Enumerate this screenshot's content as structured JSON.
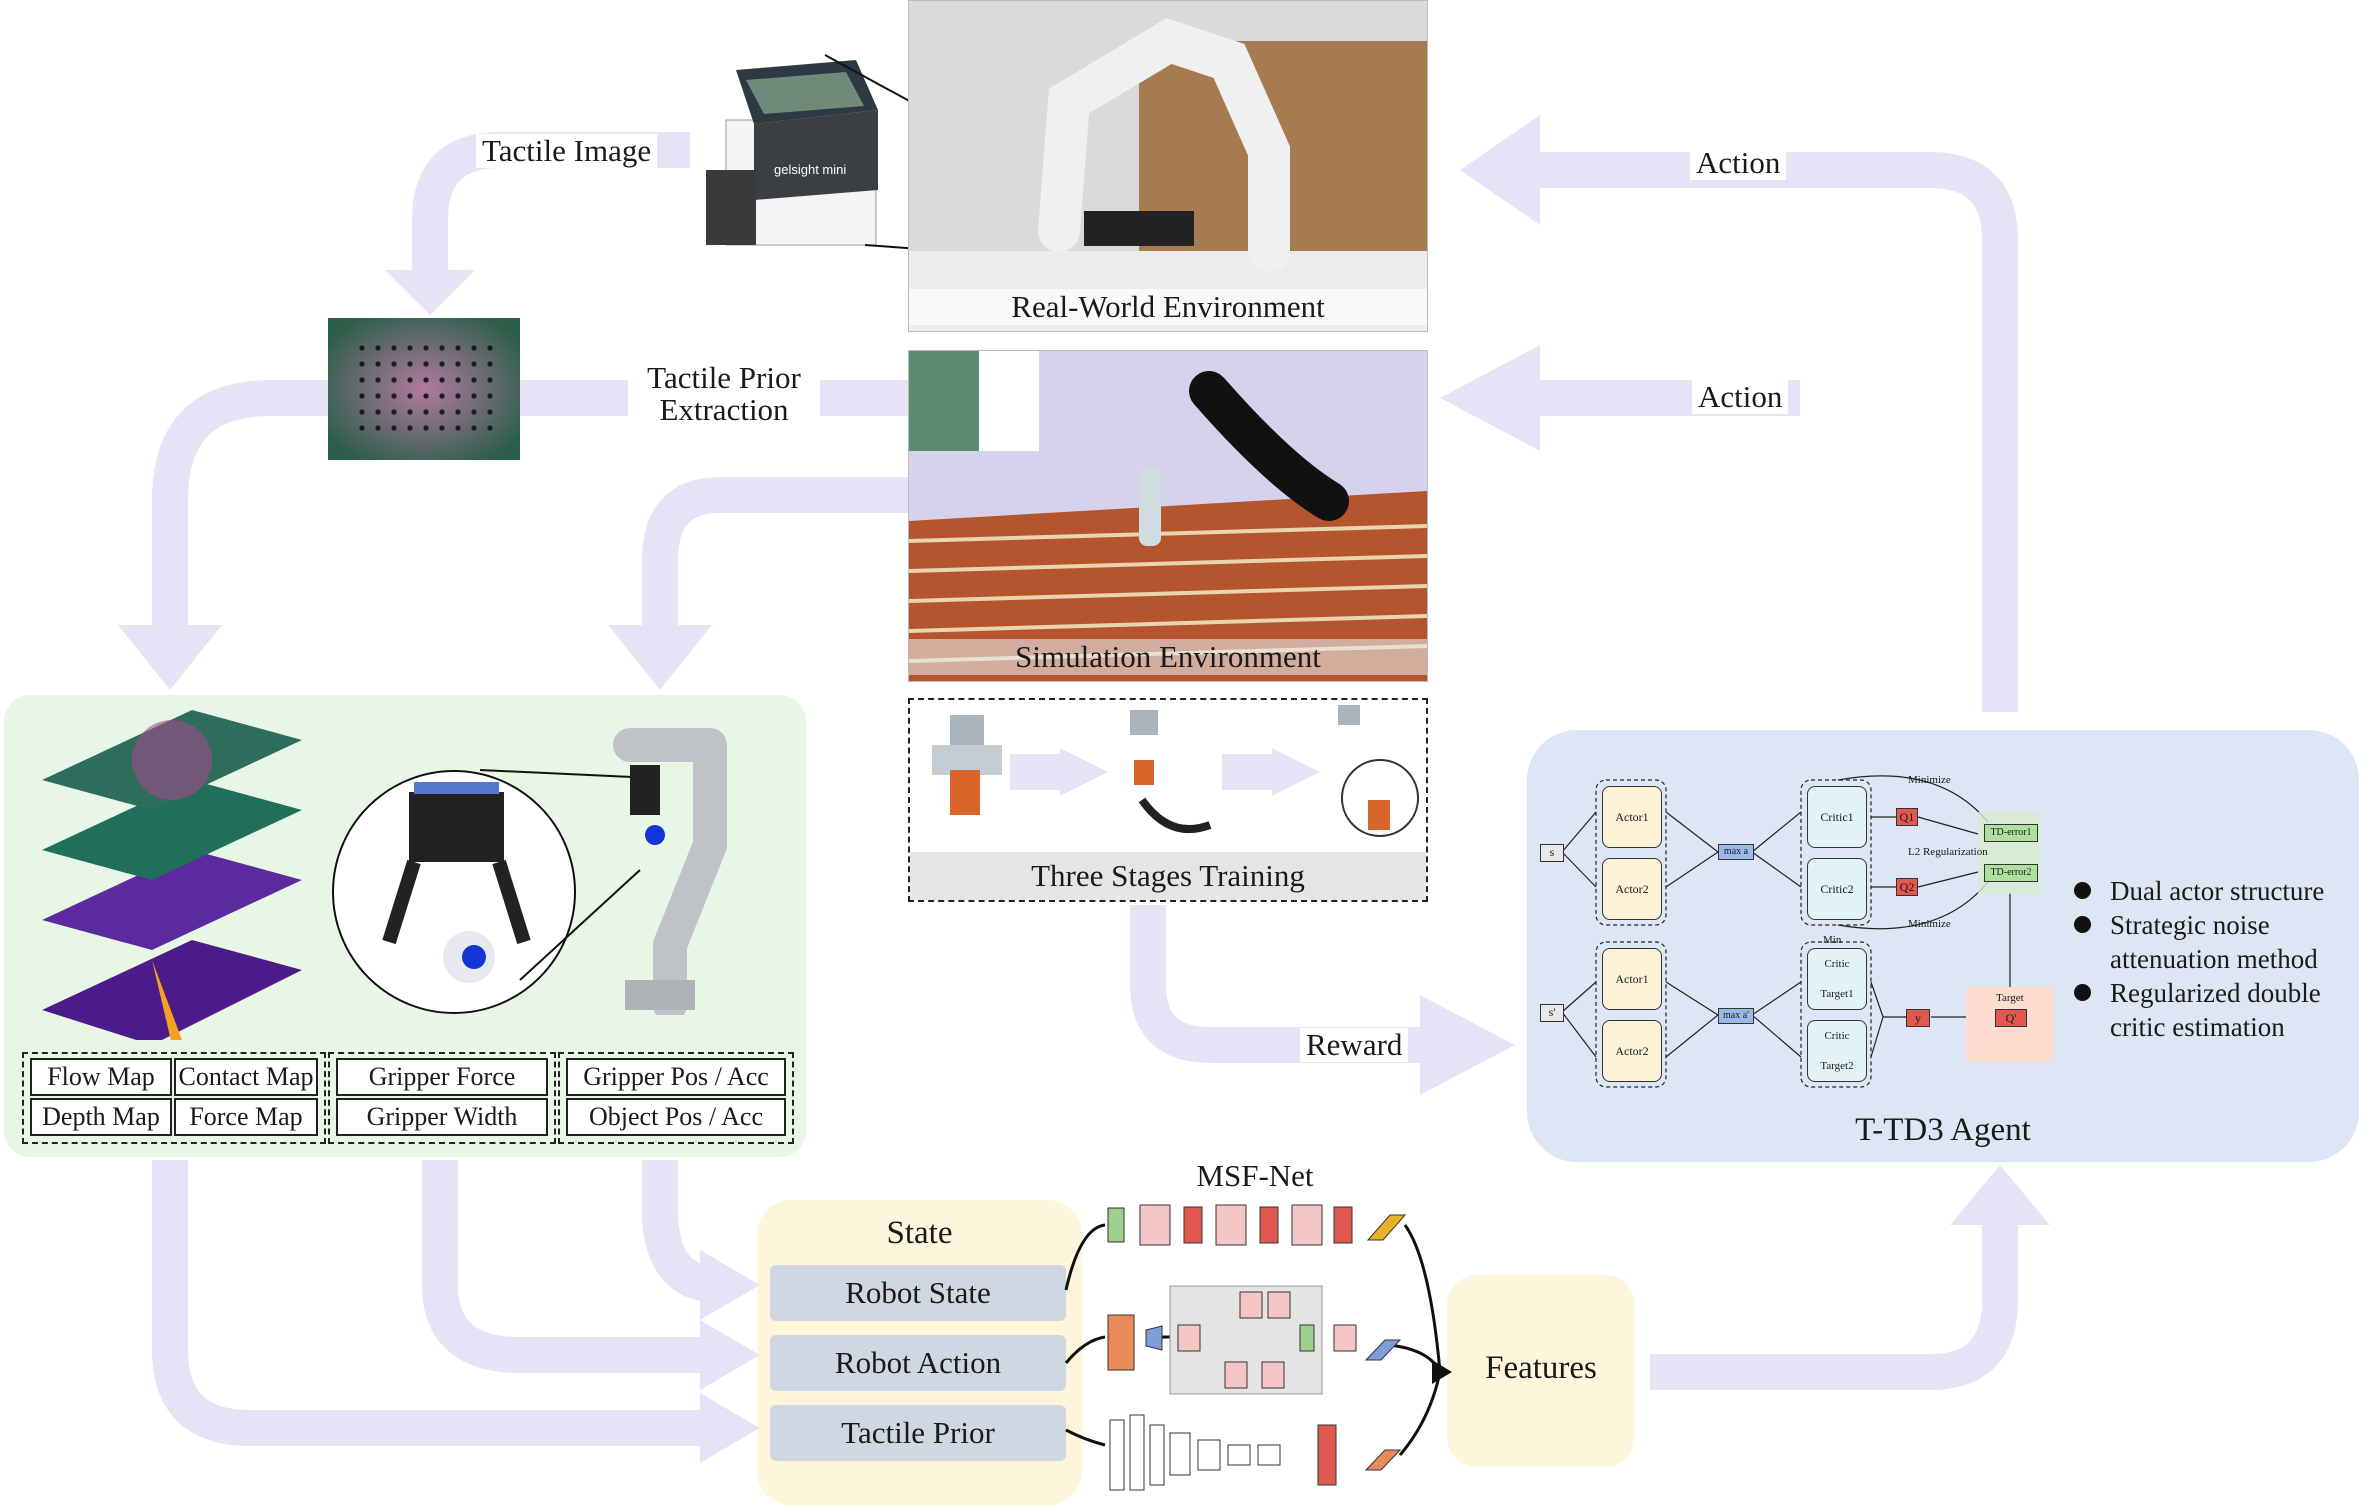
{
  "labels": {
    "tactile_image": "Tactile Image",
    "tactile_prior_extraction": "Tactile Prior\nExtraction",
    "action_top": "Action",
    "action_mid": "Action",
    "reward": "Reward",
    "real_world_env": "Real-World Environment",
    "simulation_env": "Simulation Environment",
    "three_stages": "Three Stages Training",
    "msf_net": "MSF-Net",
    "features": "Features",
    "agent_title": "T-TD3 Agent",
    "gelsight_brand": "gelsight mini"
  },
  "tactile_maps": {
    "r1": [
      "Flow Map",
      "Contact Map"
    ],
    "r2": [
      "Depth Map",
      "Force Map"
    ]
  },
  "gripper_group": [
    "Gripper Force",
    "Gripper Width"
  ],
  "pos_group": [
    "Gripper Pos / Acc",
    "Object Pos / Acc"
  ],
  "state": {
    "title": "State",
    "items": [
      "Robot State",
      "Robot Action",
      "Tactile Prior"
    ]
  },
  "agent_features": [
    "Dual actor structure",
    "Strategic noise\nattenuation method",
    "Regularized double\ncritic estimation"
  ],
  "td3_diagram": {
    "s": "s",
    "s_prime": "s'",
    "actor1": "Actor1",
    "actor2": "Actor2",
    "critic1": "Critic1",
    "critic2": "Critic2",
    "critic_target1": "Critic Target1",
    "critic_target2": "Critic Target2",
    "max_a": "max a",
    "max_a_prime": "max a'",
    "q1": "Q1",
    "q2": "Q2",
    "td_error1": "TD-error1",
    "td_error2": "TD-error2",
    "minimize_top": "Minimize",
    "minimize_bottom": "Minimize",
    "l2_reg": "L2 Regularization",
    "min": "Min",
    "target": "Target",
    "q_prime": "Q'",
    "y": "y"
  },
  "colors": {
    "arrow": "#e8e2f7",
    "green_panel": "#e8f6e6",
    "blue_panel": "#dde6f5",
    "yellow_panel": "#fdf6dc",
    "state_box": "#cfd7e3",
    "pink_block": "#f5c6c6",
    "red_block": "#e0584f",
    "orange_block": "#e88a5a",
    "yellow_block": "#e9b227",
    "blue_block": "#7f9dd8",
    "green_block": "#9ed08e"
  }
}
